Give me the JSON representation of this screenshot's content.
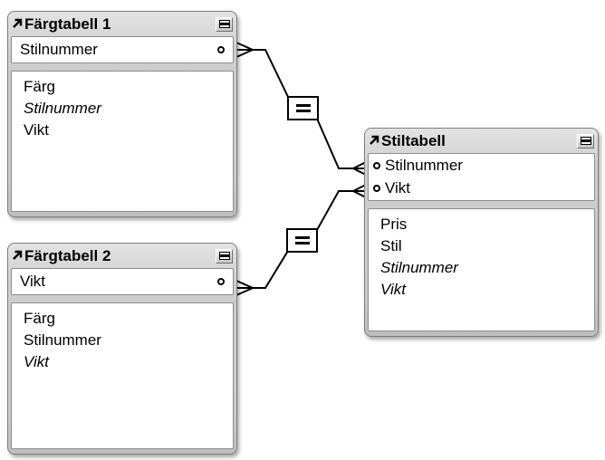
{
  "diagram": {
    "kind": "relationships-graph",
    "colors": {
      "background": "#ffffff",
      "table_frame": "#cbcbcb",
      "table_border": "#7f7f7f",
      "panel_bg": "#ffffff",
      "panel_border": "#8d8d8d",
      "line": "#000000",
      "text": "#000000"
    }
  },
  "tables": [
    {
      "title": "Färgtabell 1",
      "key_fields": [
        {
          "name": "Stilnummer"
        }
      ],
      "fields": [
        {
          "name": "Färg",
          "italic": false
        },
        {
          "name": "Stilnummer",
          "italic": true
        },
        {
          "name": "Vikt",
          "italic": false
        }
      ]
    },
    {
      "title": "Färgtabell 2",
      "key_fields": [
        {
          "name": "Vikt"
        }
      ],
      "fields": [
        {
          "name": "Färg",
          "italic": false
        },
        {
          "name": "Stilnummer",
          "italic": false
        },
        {
          "name": "Vikt",
          "italic": true
        }
      ]
    },
    {
      "title": "Stiltabell",
      "key_fields": [
        {
          "name": "Stilnummer"
        },
        {
          "name": "Vikt"
        }
      ],
      "fields": [
        {
          "name": "Pris",
          "italic": false
        },
        {
          "name": "Stil",
          "italic": false
        },
        {
          "name": "Stilnummer",
          "italic": true
        },
        {
          "name": "Vikt",
          "italic": true
        }
      ]
    }
  ],
  "relationships": [
    {
      "operator": "=",
      "from_table": "Färgtabell 1",
      "from_field": "Stilnummer",
      "to_table": "Stiltabell",
      "to_field": "Stilnummer"
    },
    {
      "operator": "=",
      "from_table": "Färgtabell 2",
      "from_field": "Vikt",
      "to_table": "Stiltabell",
      "to_field": "Vikt"
    }
  ]
}
